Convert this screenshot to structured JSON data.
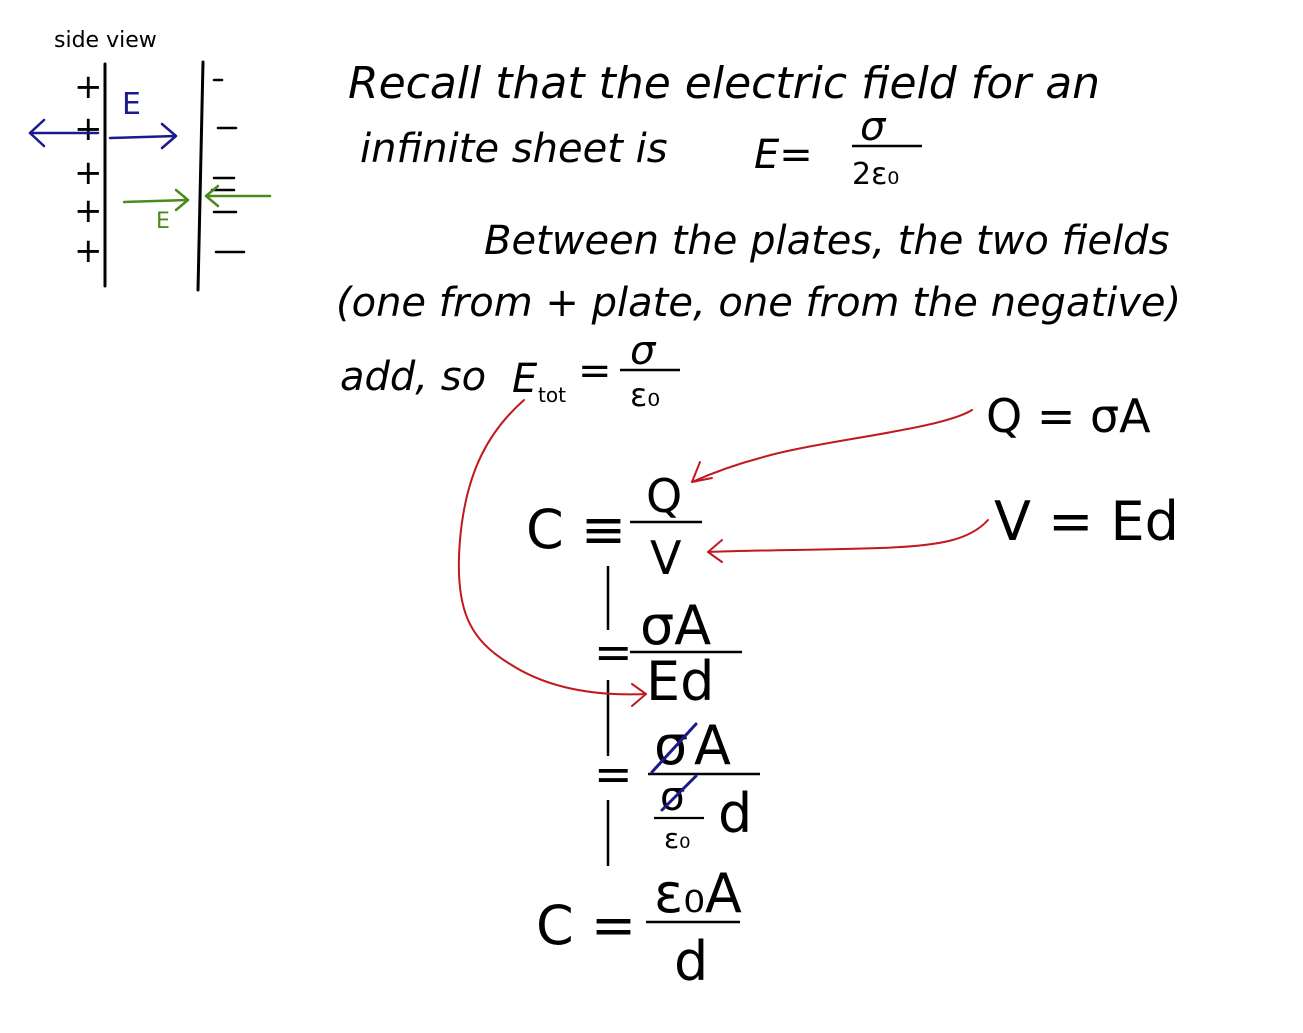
{
  "sketch": {
    "label": "side view",
    "plus_signs": [
      "+",
      "+",
      "+",
      "+",
      "+"
    ],
    "minus_signs": [
      "-",
      "-",
      "=",
      "=",
      "—"
    ],
    "field_label_blue": "E",
    "field_label_green": "E"
  },
  "notes": {
    "line1": "Recall that the electric field for an",
    "line2_text": "infinite sheet is",
    "line2_E": "E=",
    "line2_num": "σ",
    "line2_den": "2ε₀",
    "line3": "Between the plates, the two fields",
    "line4": "(one from + plate, one from the negative)",
    "line5_text": "add, so",
    "line5_E": "E",
    "line5_sub": "tot",
    "line5_eq": "=",
    "line5_num": "σ",
    "line5_den": "ε₀"
  },
  "relations": {
    "q_eq": "Q = σA",
    "v_eq": "V = Ed"
  },
  "derivation": {
    "c_def": "C ≡",
    "c_num": "Q",
    "c_den": "V",
    "step2_eq": "=",
    "step2_num": "σA",
    "step2_den": "Ed",
    "step3_eq": "=",
    "step3_num_sigma": "σ",
    "step3_num_A": "A",
    "step3_den_sigma": "σ",
    "step3_den_eps": "ε₀",
    "step3_den_d": "d",
    "result_c": "C =",
    "result_num": "ε₀A",
    "result_den": "d"
  },
  "colors": {
    "ink": "#000000",
    "blue": "#1a1a8c",
    "green": "#4a8a1e",
    "red": "#c0191e"
  }
}
